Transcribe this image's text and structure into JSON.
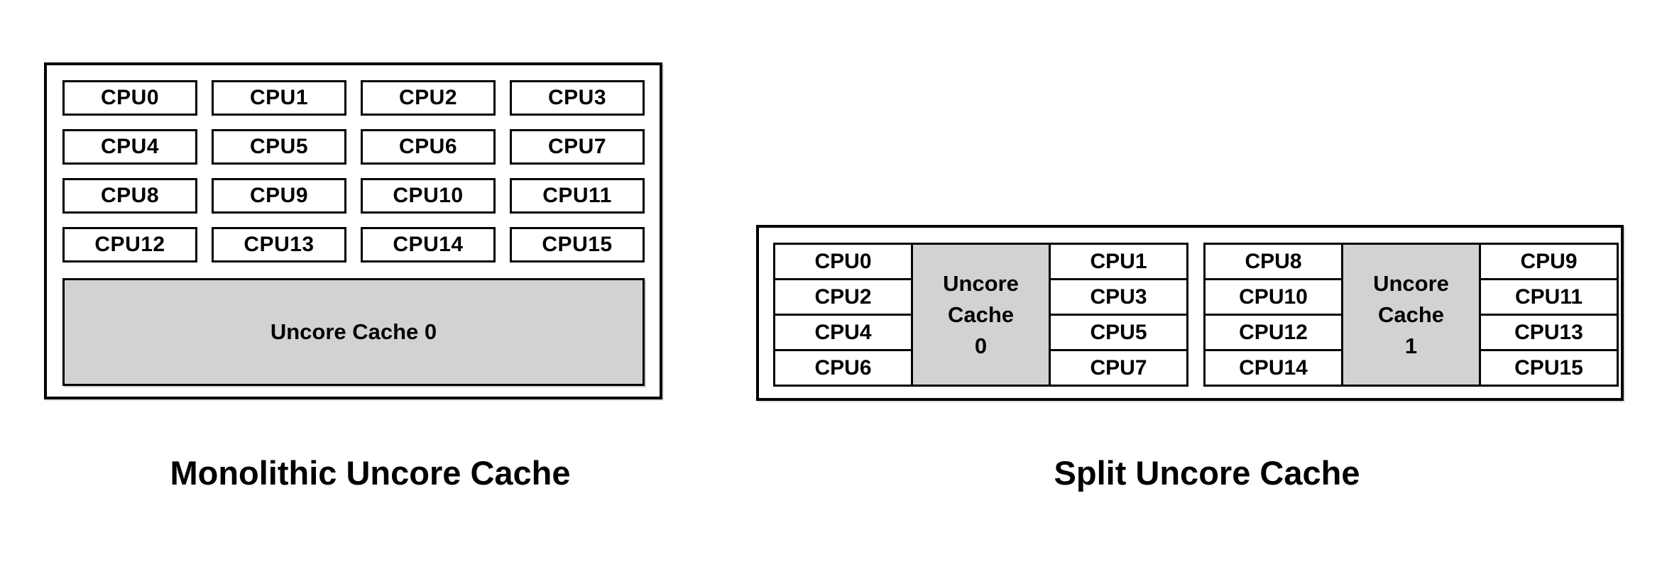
{
  "left_diagram": {
    "caption": "Monolithic Uncore Cache",
    "cpus": [
      "CPU0",
      "CPU1",
      "CPU2",
      "CPU3",
      "CPU4",
      "CPU5",
      "CPU6",
      "CPU7",
      "CPU8",
      "CPU9",
      "CPU10",
      "CPU11",
      "CPU12",
      "CPU13",
      "CPU14",
      "CPU15"
    ],
    "cache_label": "Uncore Cache 0"
  },
  "right_diagram": {
    "caption": "Split Uncore Cache",
    "groups": [
      {
        "left_cpus": [
          "CPU0",
          "CPU2",
          "CPU4",
          "CPU6"
        ],
        "cache_lines": [
          "Uncore",
          "Cache",
          "0"
        ],
        "right_cpus": [
          "CPU1",
          "CPU3",
          "CPU5",
          "CPU7"
        ]
      },
      {
        "left_cpus": [
          "CPU8",
          "CPU10",
          "CPU12",
          "CPU14"
        ],
        "cache_lines": [
          "Uncore",
          "Cache",
          "1"
        ],
        "right_cpus": [
          "CPU9",
          "CPU11",
          "CPU13",
          "CPU15"
        ]
      }
    ]
  },
  "colors": {
    "background": "#ffffff",
    "border": "#000000",
    "text": "#000000",
    "cache_fill": "#d2d2d2"
  }
}
